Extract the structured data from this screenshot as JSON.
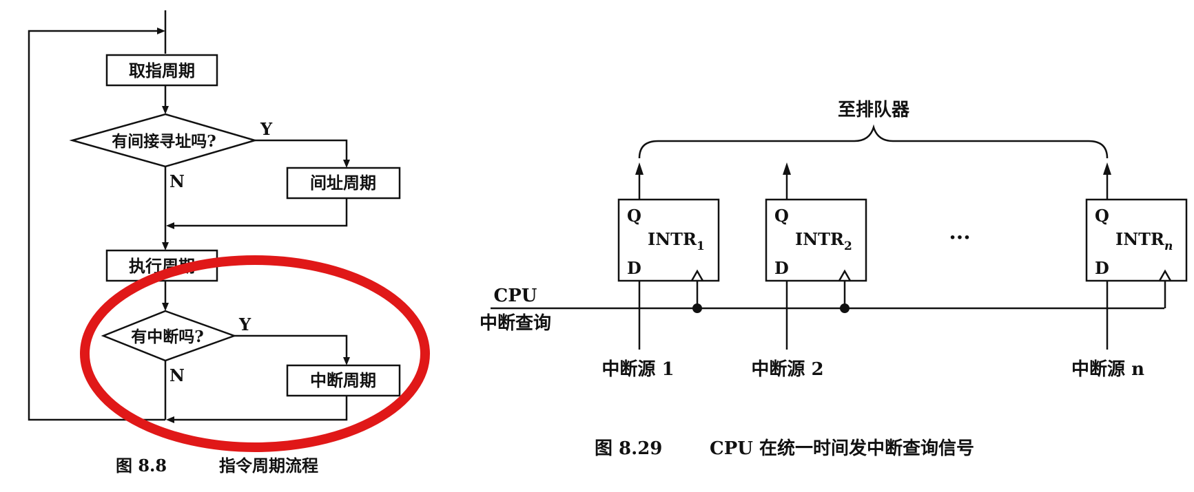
{
  "flowchart": {
    "fetch_cycle": "取指周期",
    "indirect_question": "有间接寻址吗?",
    "indirect_cycle": "间址周期",
    "execute_cycle": "执行周期",
    "interrupt_question": "有中断吗?",
    "interrupt_cycle": "中断周期",
    "yes_label": "Y",
    "no_label": "N",
    "caption_number": "图 8.8",
    "caption_text": "指令周期流程"
  },
  "highlight": {
    "color": "#e01818"
  },
  "circuit": {
    "bus_label": "至排队器",
    "cpu_label_line1": "CPU",
    "cpu_label_line2": "中断查询",
    "ellipsis": "···",
    "flipflops": [
      {
        "q": "Q",
        "d": "D",
        "name": "INTR",
        "sub": "1",
        "source": "中断源  1"
      },
      {
        "q": "Q",
        "d": "D",
        "name": "INTR",
        "sub": "2",
        "source": "中断源  2"
      },
      {
        "q": "Q",
        "d": "D",
        "name": "INTR",
        "sub": "n",
        "source": "中断源  n"
      }
    ],
    "caption_number": "图 8.29",
    "caption_text": "CPU 在统一时间发中断查询信号"
  }
}
